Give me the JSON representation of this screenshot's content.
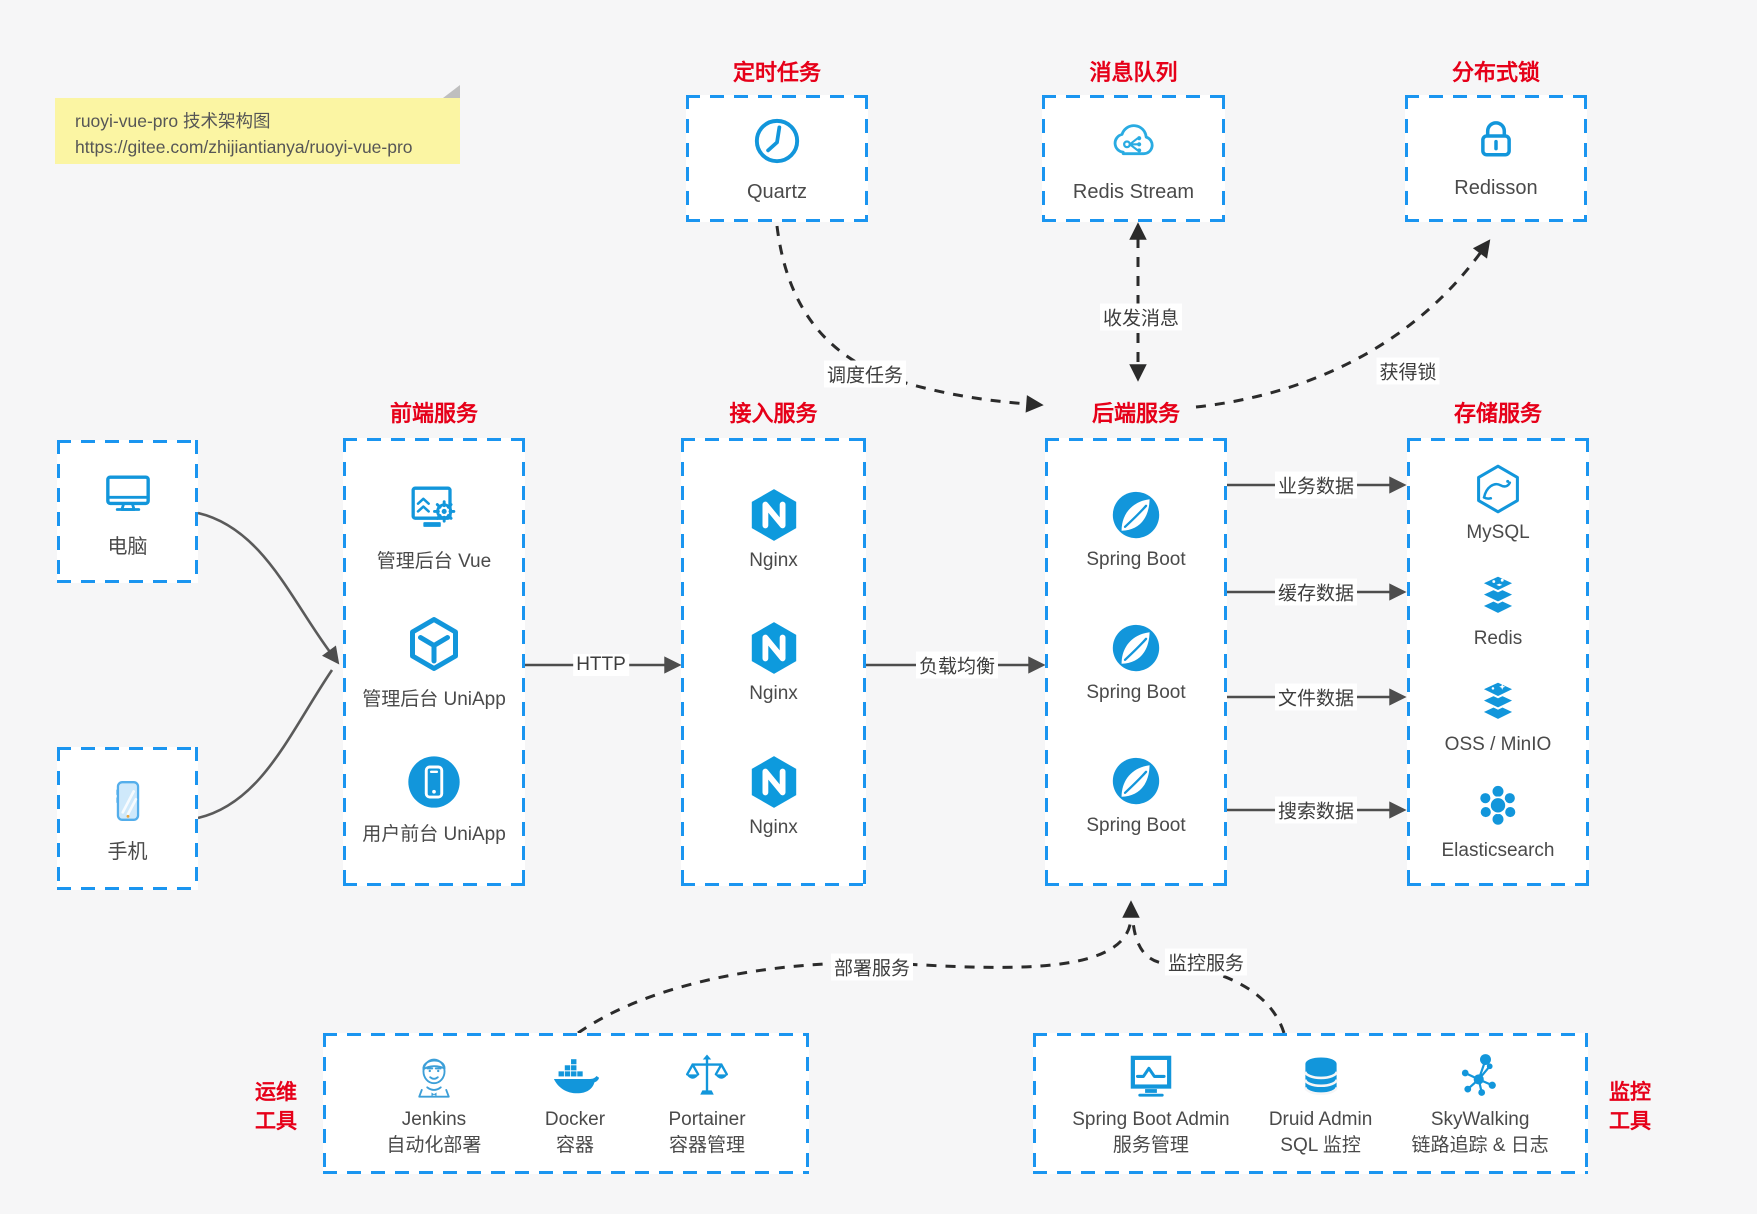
{
  "note": {
    "line1": "ruoyi-vue-pro 技术架构图",
    "line2": "https://gitee.com/zhijiantianya/ruoyi-vue-pro"
  },
  "top_groups": [
    {
      "title": "定时任务",
      "item": {
        "icon": "clock-icon",
        "label": "Quartz"
      }
    },
    {
      "title": "消息队列",
      "item": {
        "icon": "cloud-mq-icon",
        "label": "Redis Stream"
      }
    },
    {
      "title": "分布式锁",
      "item": {
        "icon": "lock-icon",
        "label": "Redisson"
      }
    }
  ],
  "clients": [
    {
      "icon": "desktop-icon",
      "label": "电脑"
    },
    {
      "icon": "mobile-icon",
      "label": "手机"
    }
  ],
  "columns": [
    {
      "title": "前端服务",
      "items": [
        {
          "icon": "admin-vue-icon",
          "label": "管理后台 Vue"
        },
        {
          "icon": "uniapp-cube-icon",
          "label": "管理后台 UniApp"
        },
        {
          "icon": "user-app-icon",
          "label": "用户前台 UniApp"
        }
      ]
    },
    {
      "title": "接入服务",
      "items": [
        {
          "icon": "nginx-icon",
          "label": "Nginx"
        },
        {
          "icon": "nginx-icon",
          "label": "Nginx"
        },
        {
          "icon": "nginx-icon",
          "label": "Nginx"
        }
      ]
    },
    {
      "title": "后端服务",
      "items": [
        {
          "icon": "spring-boot-icon",
          "label": "Spring Boot"
        },
        {
          "icon": "spring-boot-icon",
          "label": "Spring Boot"
        },
        {
          "icon": "spring-boot-icon",
          "label": "Spring Boot"
        }
      ]
    },
    {
      "title": "存储服务",
      "items": [
        {
          "icon": "mysql-icon",
          "label": "MySQL"
        },
        {
          "icon": "redis-icon",
          "label": "Redis"
        },
        {
          "icon": "oss-minio-icon",
          "label": "OSS / MinIO"
        },
        {
          "icon": "elasticsearch-icon",
          "label": "Elasticsearch"
        }
      ]
    }
  ],
  "edges": {
    "http": "HTTP",
    "load_balance": "负载均衡",
    "business_data": "业务数据",
    "cache_data": "缓存数据",
    "file_data": "文件数据",
    "search_data": "搜索数据",
    "schedule_task": "调度任务",
    "send_receive_message": "收发消息",
    "acquire_lock": "获得锁",
    "deploy_service": "部署服务",
    "monitor_service": "监控服务"
  },
  "ops_tools": {
    "title_line1": "运维",
    "title_line2": "工具",
    "items": [
      {
        "icon": "jenkins-icon",
        "label": "Jenkins",
        "sublabel": "自动化部署"
      },
      {
        "icon": "docker-icon",
        "label": "Docker",
        "sublabel": "容器"
      },
      {
        "icon": "portainer-icon",
        "label": "Portainer",
        "sublabel": "容器管理"
      }
    ]
  },
  "monitor_tools": {
    "title_line1": "监控",
    "title_line2": "工具",
    "items": [
      {
        "icon": "spring-boot-admin-icon",
        "label": "Spring Boot Admin",
        "sublabel": "服务管理"
      },
      {
        "icon": "druid-icon",
        "label": "Druid Admin",
        "sublabel": "SQL 监控"
      },
      {
        "icon": "skywalking-icon",
        "label": "SkyWalking",
        "sublabel": "链路追踪 & 日志"
      }
    ]
  },
  "colors": {
    "box_border_blue": "#1a95f0",
    "icon_blue": "#1296db",
    "title_red": "#e60019",
    "note_yellow": "#fbf5a3",
    "canvas_bg": "#f6f6f7",
    "solid_arrow_gray": "#4d4d4d",
    "dashed_arrow_black": "#2b2b2b"
  }
}
